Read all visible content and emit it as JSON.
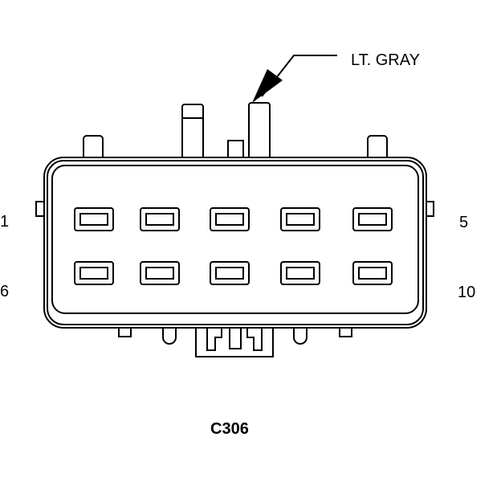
{
  "callout": {
    "label": "LT. GRAY"
  },
  "connector": {
    "id": "C306",
    "rows": 2,
    "cols": 5,
    "pin_labels": {
      "top_left": "1",
      "top_right": "5",
      "bottom_left": "6",
      "bottom_right": "10"
    }
  },
  "colors": {
    "line": "#000000",
    "background": "#ffffff"
  }
}
